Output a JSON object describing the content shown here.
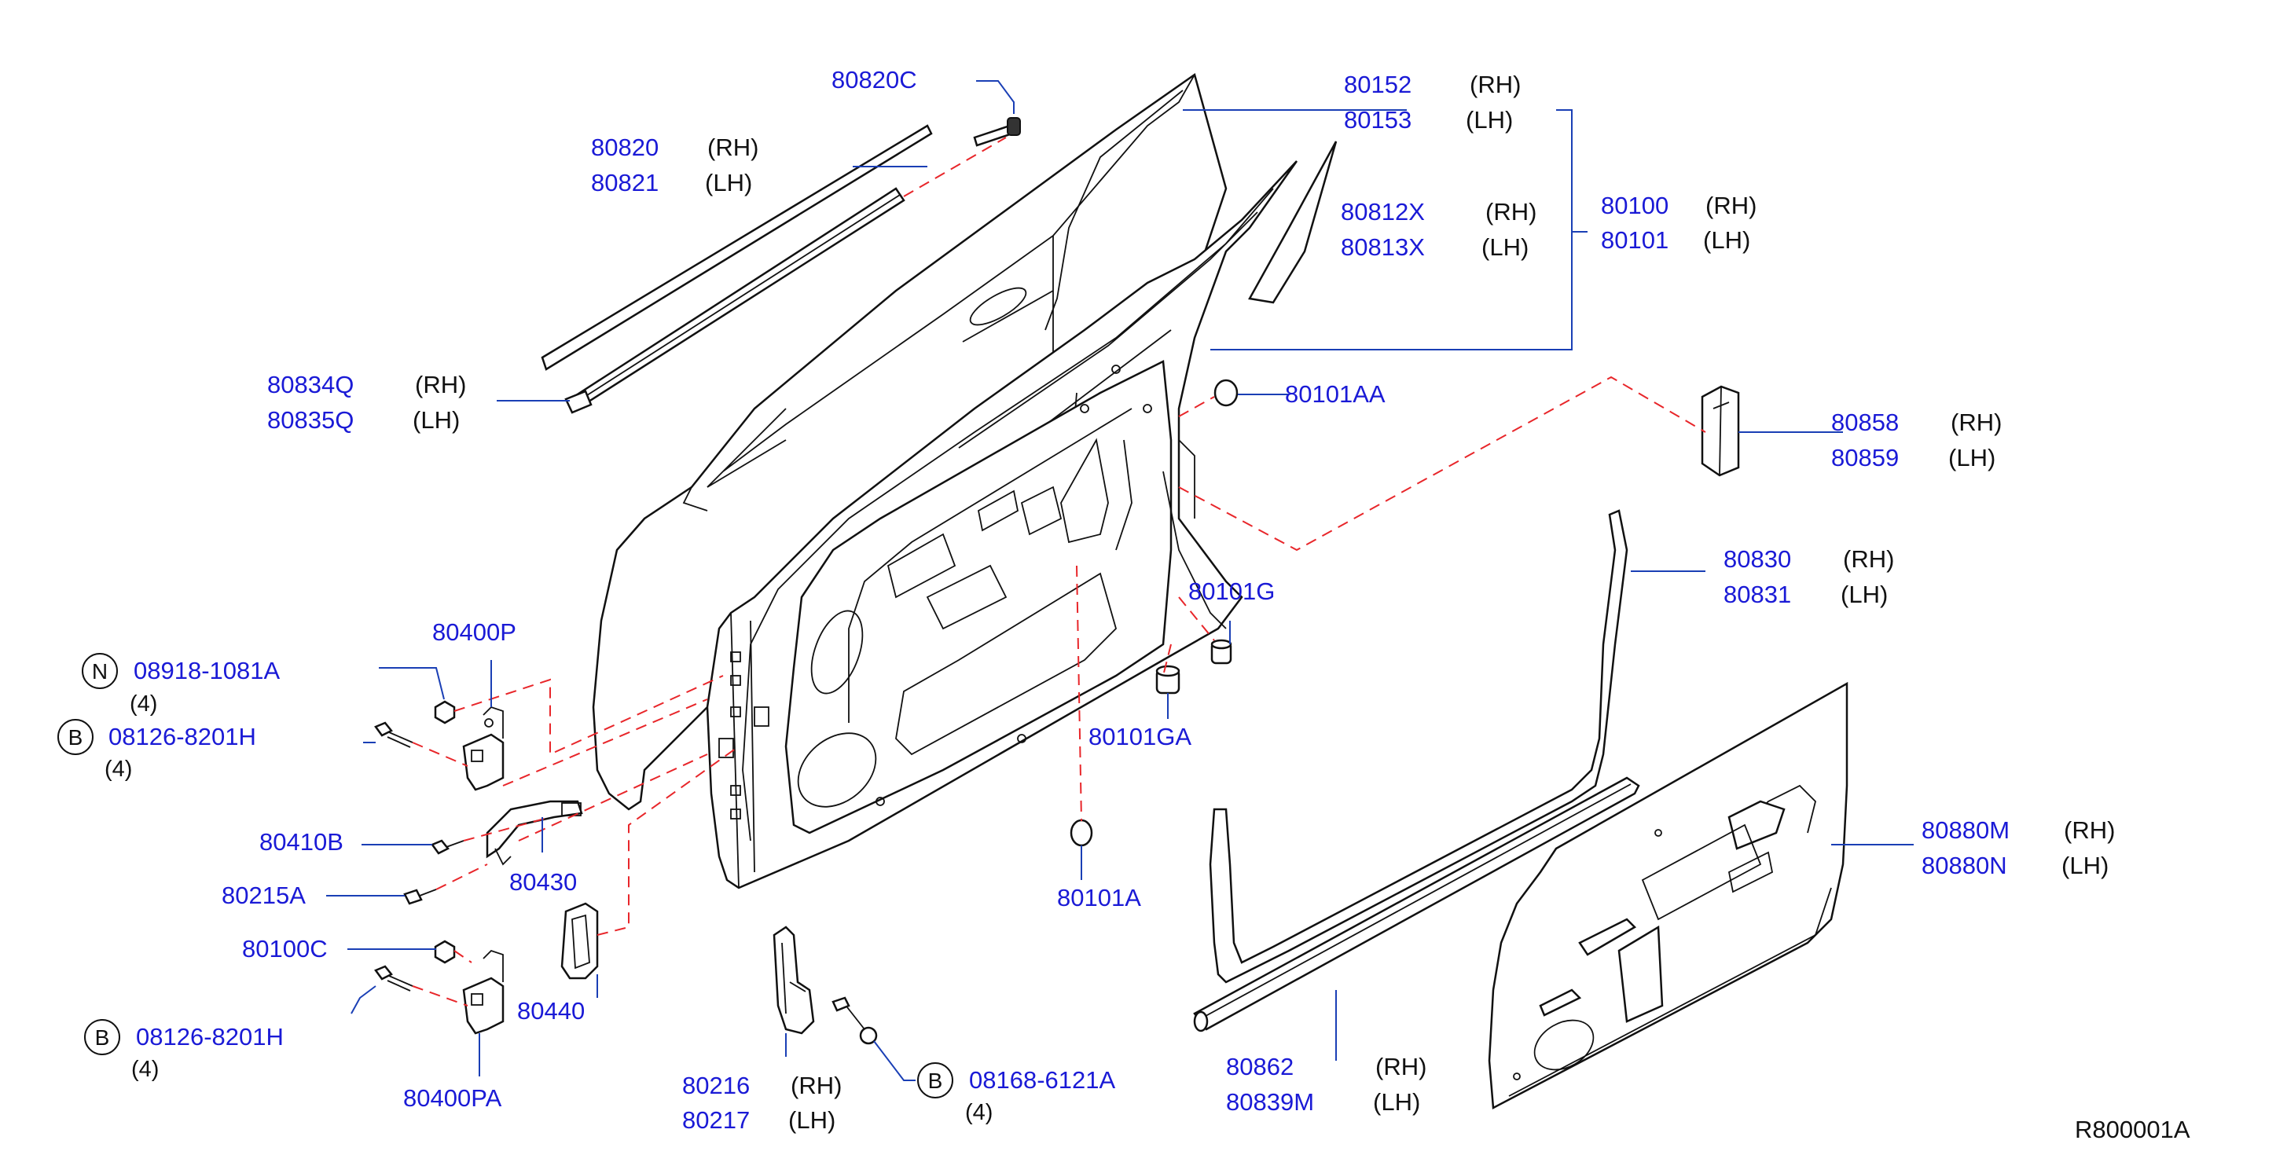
{
  "diagram": {
    "colors": {
      "part_number": "#1a1ad6",
      "leader_line": "#1a3fb5",
      "dashed_guide": "#e8262a",
      "text": "#111111"
    },
    "callouts": {
      "c80820c": {
        "pn": "80820C"
      },
      "c80820": {
        "pn1": "80820",
        "side1": "(RH)",
        "pn2": "80821",
        "side2": "(LH)"
      },
      "c80152": {
        "pn1": "80152",
        "side1": "(RH)",
        "pn2": "80153",
        "side2": "(LH)"
      },
      "c80812": {
        "pn1": "80812X",
        "side1": "(RH)",
        "pn2": "80813X",
        "side2": "(LH)"
      },
      "c80100": {
        "pn1": "80100",
        "side1": "(RH)",
        "pn2": "80101",
        "side2": "(LH)"
      },
      "c80834": {
        "pn1": "80834Q",
        "side1": "(RH)",
        "pn2": "80835Q",
        "side2": "(LH)"
      },
      "c80101aa": {
        "pn": "80101AA"
      },
      "c80858": {
        "pn1": "80858",
        "side1": "(RH)",
        "pn2": "80859",
        "side2": "(LH)"
      },
      "c80830": {
        "pn1": "80830",
        "side1": "(RH)",
        "pn2": "80831",
        "side2": "(LH)"
      },
      "c80101g": {
        "pn": "80101G"
      },
      "c80101ga": {
        "pn": "80101GA"
      },
      "c80400p": {
        "pn": "80400P"
      },
      "c08918": {
        "letter": "N",
        "pn": "08918-1081A",
        "qty": "(4)"
      },
      "c08126a": {
        "letter": "B",
        "pn": "08126-8201H",
        "qty": "(4)"
      },
      "c80410b": {
        "pn": "80410B"
      },
      "c80430": {
        "pn": "80430"
      },
      "c80215a": {
        "pn": "80215A"
      },
      "c80100c": {
        "pn": "80100C"
      },
      "c08126b": {
        "letter": "B",
        "pn": "08126-8201H",
        "qty": "(4)"
      },
      "c80440": {
        "pn": "80440"
      },
      "c80400pa": {
        "pn": "80400PA"
      },
      "c80101a": {
        "pn": "80101A"
      },
      "c80216": {
        "pn1": "80216",
        "side1": "(RH)",
        "pn2": "80217",
        "side2": "(LH)"
      },
      "c08168": {
        "letter": "B",
        "pn": "08168-6121A",
        "qty": "(4)"
      },
      "c80862": {
        "pn1": "80862",
        "side1": "(RH)",
        "pn2": "80839M",
        "side2": "(LH)"
      },
      "c80880": {
        "pn1": "80880M",
        "side1": "(RH)",
        "pn2": "80880N",
        "side2": "(LH)"
      }
    },
    "reference_code": "R800001A"
  }
}
